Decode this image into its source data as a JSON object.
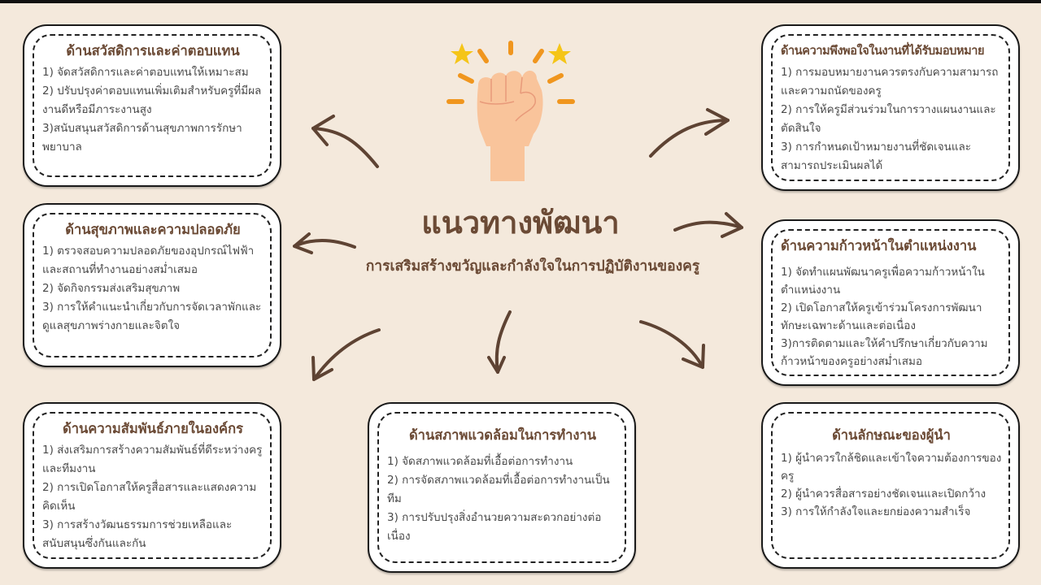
{
  "center": {
    "title": "แนวทางพัฒนา",
    "subtitle": "การเสริมสร้างขวัญและกำลังใจในการปฏิบัติงานของครู",
    "icon": "raised-fist-icon"
  },
  "colors": {
    "background": "#f4e9dc",
    "title_brown": "#6b4a35",
    "card_fill": "#ffffff",
    "card_border": "#1a1a1a",
    "arrow": "#5e4333",
    "star_yellow": "#f5c518",
    "ray_orange": "#f0961e",
    "skin": "#f9c49b"
  },
  "cards": [
    {
      "title": "ด้านสวัสดิการและค่าตอบแทน",
      "items": [
        "1) จัดสวัสดิการและค่าตอบแทนให้เหมาะสม",
        "2) ปรับปรุงค่าตอบแทนเพิ่มเติมสำหรับครูที่มีผลงานดีหรือมีภาระงานสูง",
        "3)สนับสนุนสวัสดิการด้านสุขภาพการรักษาพยาบาล"
      ]
    },
    {
      "title": "ด้านความพึงพอใจในงานที่ได้รับมอบหมาย",
      "items": [
        "1) การมอบหมายงานควรตรงกับความสามารถและความถนัดของครู",
        "2) การให้ครูมีส่วนร่วมในการวางแผนงานและตัดสินใจ",
        "3) การกำหนดเป้าหมายงานที่ชัดเจนและสามารถประเมินผลได้"
      ]
    },
    {
      "title": "ด้านสุขภาพและความปลอดภัย",
      "items": [
        "1) ตรวจสอบความปลอดภัยของอุปกรณ์ไฟฟ้าและสถานที่ทำงานอย่างสม่ำเสมอ",
        "2) จัดกิจกรรมส่งเสริมสุขภาพ",
        "3) การให้คำแนะนำเกี่ยวกับการจัดเวลาพักและดูแลสุขภาพร่างกายและจิตใจ"
      ]
    },
    {
      "title": "ด้านความก้าวหน้าในตำแหน่งงาน",
      "items": [
        "1)  จัดทำแผนพัฒนาครูเพื่อความก้าวหน้าในตำแหน่งงาน",
        "2) เปิดโอกาสให้ครูเข้าร่วมโครงการพัฒนาทักษะเฉพาะด้านและต่อเนื่อง",
        "3)การติดตามและให้คำปรึกษาเกี่ยวกับความก้าวหน้าของครูอย่างสม่ำเสมอ"
      ]
    },
    {
      "title": "ด้านความสัมพันธ์ภายในองค์กร",
      "items": [
        "1) ส่งเสริมการสร้างความสัมพันธ์ที่ดีระหว่างครูและทีมงาน",
        "2) การเปิดโอกาสให้ครูสื่อสารและแสดงความคิดเห็น",
        "3) การสร้างวัฒนธรรมการช่วยเหลือและสนับสนุนซึ่งกันและกัน"
      ]
    },
    {
      "title": "ด้านสภาพแวดล้อมในการทำงาน",
      "items": [
        "1) จัดสภาพแวดล้อมที่เอื้อต่อการทำงาน",
        "2)  การจัดสภาพแวดล้อมที่เอื้อต่อการทำงานเป็นทีม",
        "3)  การปรับปรุงสิ่งอำนวยความสะดวกอย่างต่อเนื่อง"
      ]
    },
    {
      "title": "ด้านลักษณะของผู้นำ",
      "items": [
        "1) ผู้นำควรใกล้ชิดและเข้าใจความต้องการของครู",
        "2) ผู้นำควรสื่อสารอย่างชัดเจนและเปิดกว้าง",
        "3) การให้กำลังใจและยกย่องความสำเร็จ"
      ]
    }
  ]
}
